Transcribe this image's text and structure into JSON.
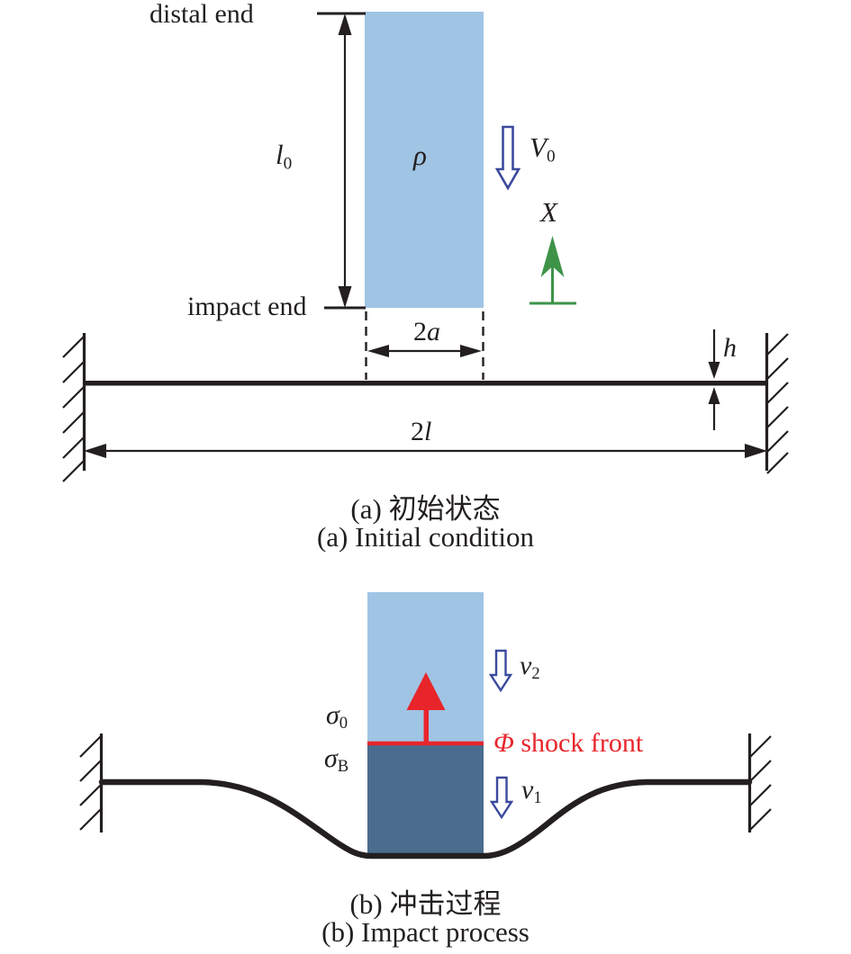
{
  "colors": {
    "foam_light": "#a0c4e4",
    "foam_crushed": "#4a6c8e",
    "hollow_arrow_outline": "#3b4a9e",
    "axis_green": "#3e9349",
    "shock_red": "#e8252b",
    "ink": "#231f20"
  },
  "fig_a": {
    "distal_end": "distal end",
    "impact_end": "impact end",
    "l0": {
      "base": "l",
      "sub": "0"
    },
    "rho": "ρ",
    "v0": {
      "base": "V",
      "sub": "0"
    },
    "x_axis": "X",
    "width_2a": {
      "num": "2",
      "var": "a"
    },
    "thickness_h": "h",
    "span_2l": {
      "num": "2",
      "var": "l"
    },
    "caption_zh": "(a) 初始状态",
    "caption_en": "(a) Initial condition"
  },
  "fig_b": {
    "sigma0": {
      "base": "σ",
      "sub": "0"
    },
    "sigmaB": {
      "base": "σ",
      "sub": "B"
    },
    "v2": {
      "base": "v",
      "sub": "2"
    },
    "v1": {
      "base": "v",
      "sub": "1"
    },
    "phi": "Φ",
    "shock_front": "shock front",
    "caption_zh": "(b) 冲击过程",
    "caption_en": "(b) Impact process"
  }
}
